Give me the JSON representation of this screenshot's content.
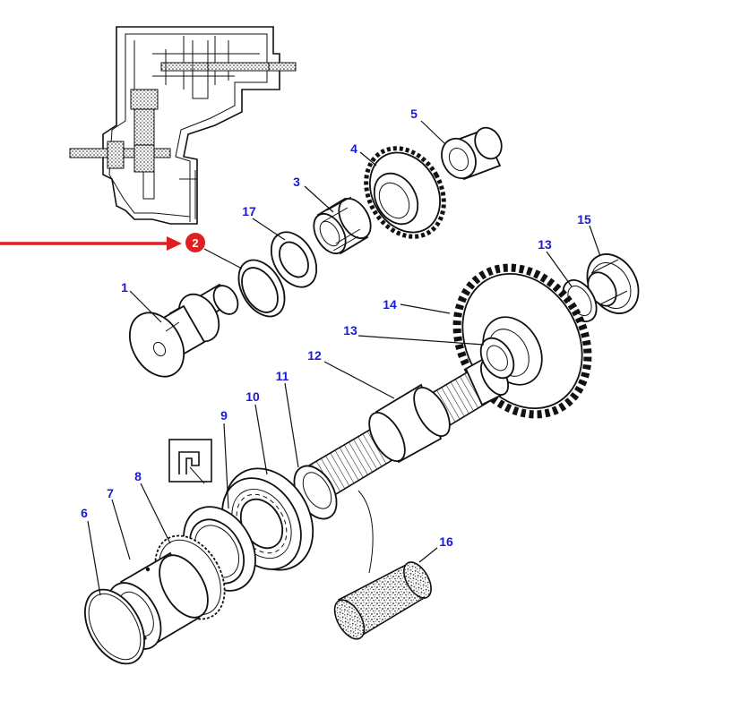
{
  "callouts": {
    "c1": "1",
    "c2": "2",
    "c3": "3",
    "c4": "4",
    "c5": "5",
    "c6": "6",
    "c7": "7",
    "c8": "8",
    "c9": "9",
    "c10": "10",
    "c11": "11",
    "c12": "12",
    "c13a": "13",
    "c13b": "13",
    "c14": "14",
    "c15": "15",
    "c16": "16",
    "c17": "17"
  },
  "colors": {
    "callout_text": "#1a1ad6",
    "arrow": "#e02020",
    "marker": "#e02020",
    "line": "#111111"
  }
}
